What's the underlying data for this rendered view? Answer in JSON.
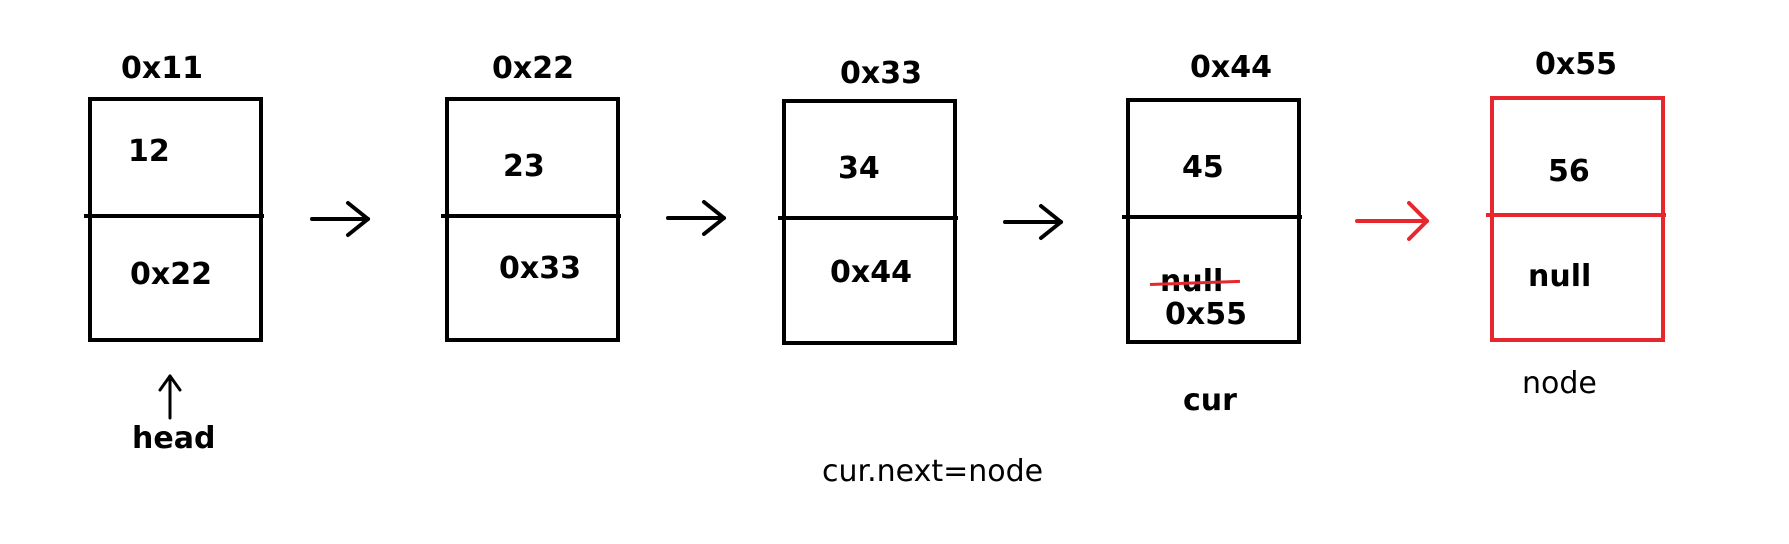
{
  "nodes": [
    {
      "address": "0x11",
      "value": "12",
      "next": "0x22"
    },
    {
      "address": "0x22",
      "value": "23",
      "next": "0x33"
    },
    {
      "address": "0x33",
      "value": "34",
      "next": "0x44"
    },
    {
      "address": "0x44",
      "value": "45",
      "next_old": "null",
      "next_new": "0x55"
    },
    {
      "address": "0x55",
      "value": "56",
      "next": "null"
    }
  ],
  "labels": {
    "head": "head",
    "cur": "cur",
    "node": "node",
    "caption": "cur.next=node"
  },
  "colors": {
    "normal": "#000000",
    "highlight": "#e8262e"
  }
}
